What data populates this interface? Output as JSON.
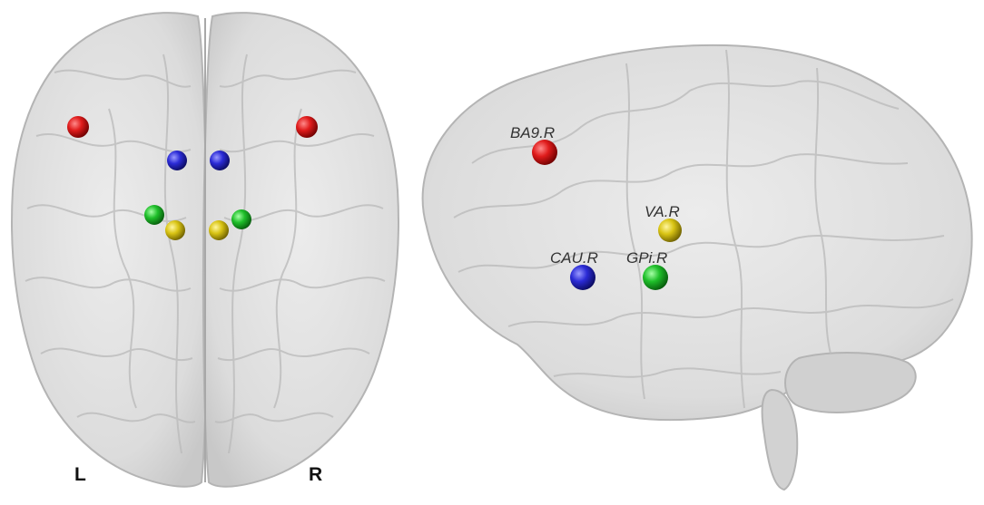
{
  "orientation_labels": {
    "left": "L",
    "right": "R"
  },
  "region_labels": {
    "ba9": "BA9.R",
    "va": "VA.R",
    "cau": "CAU.R",
    "gpi": "GPi.R"
  },
  "node_colors": {
    "red": "#d41414",
    "blue": "#2b2bd6",
    "green": "#1fbf2a",
    "yellow": "#d9c414"
  },
  "brain_color": "#d6d6d6"
}
